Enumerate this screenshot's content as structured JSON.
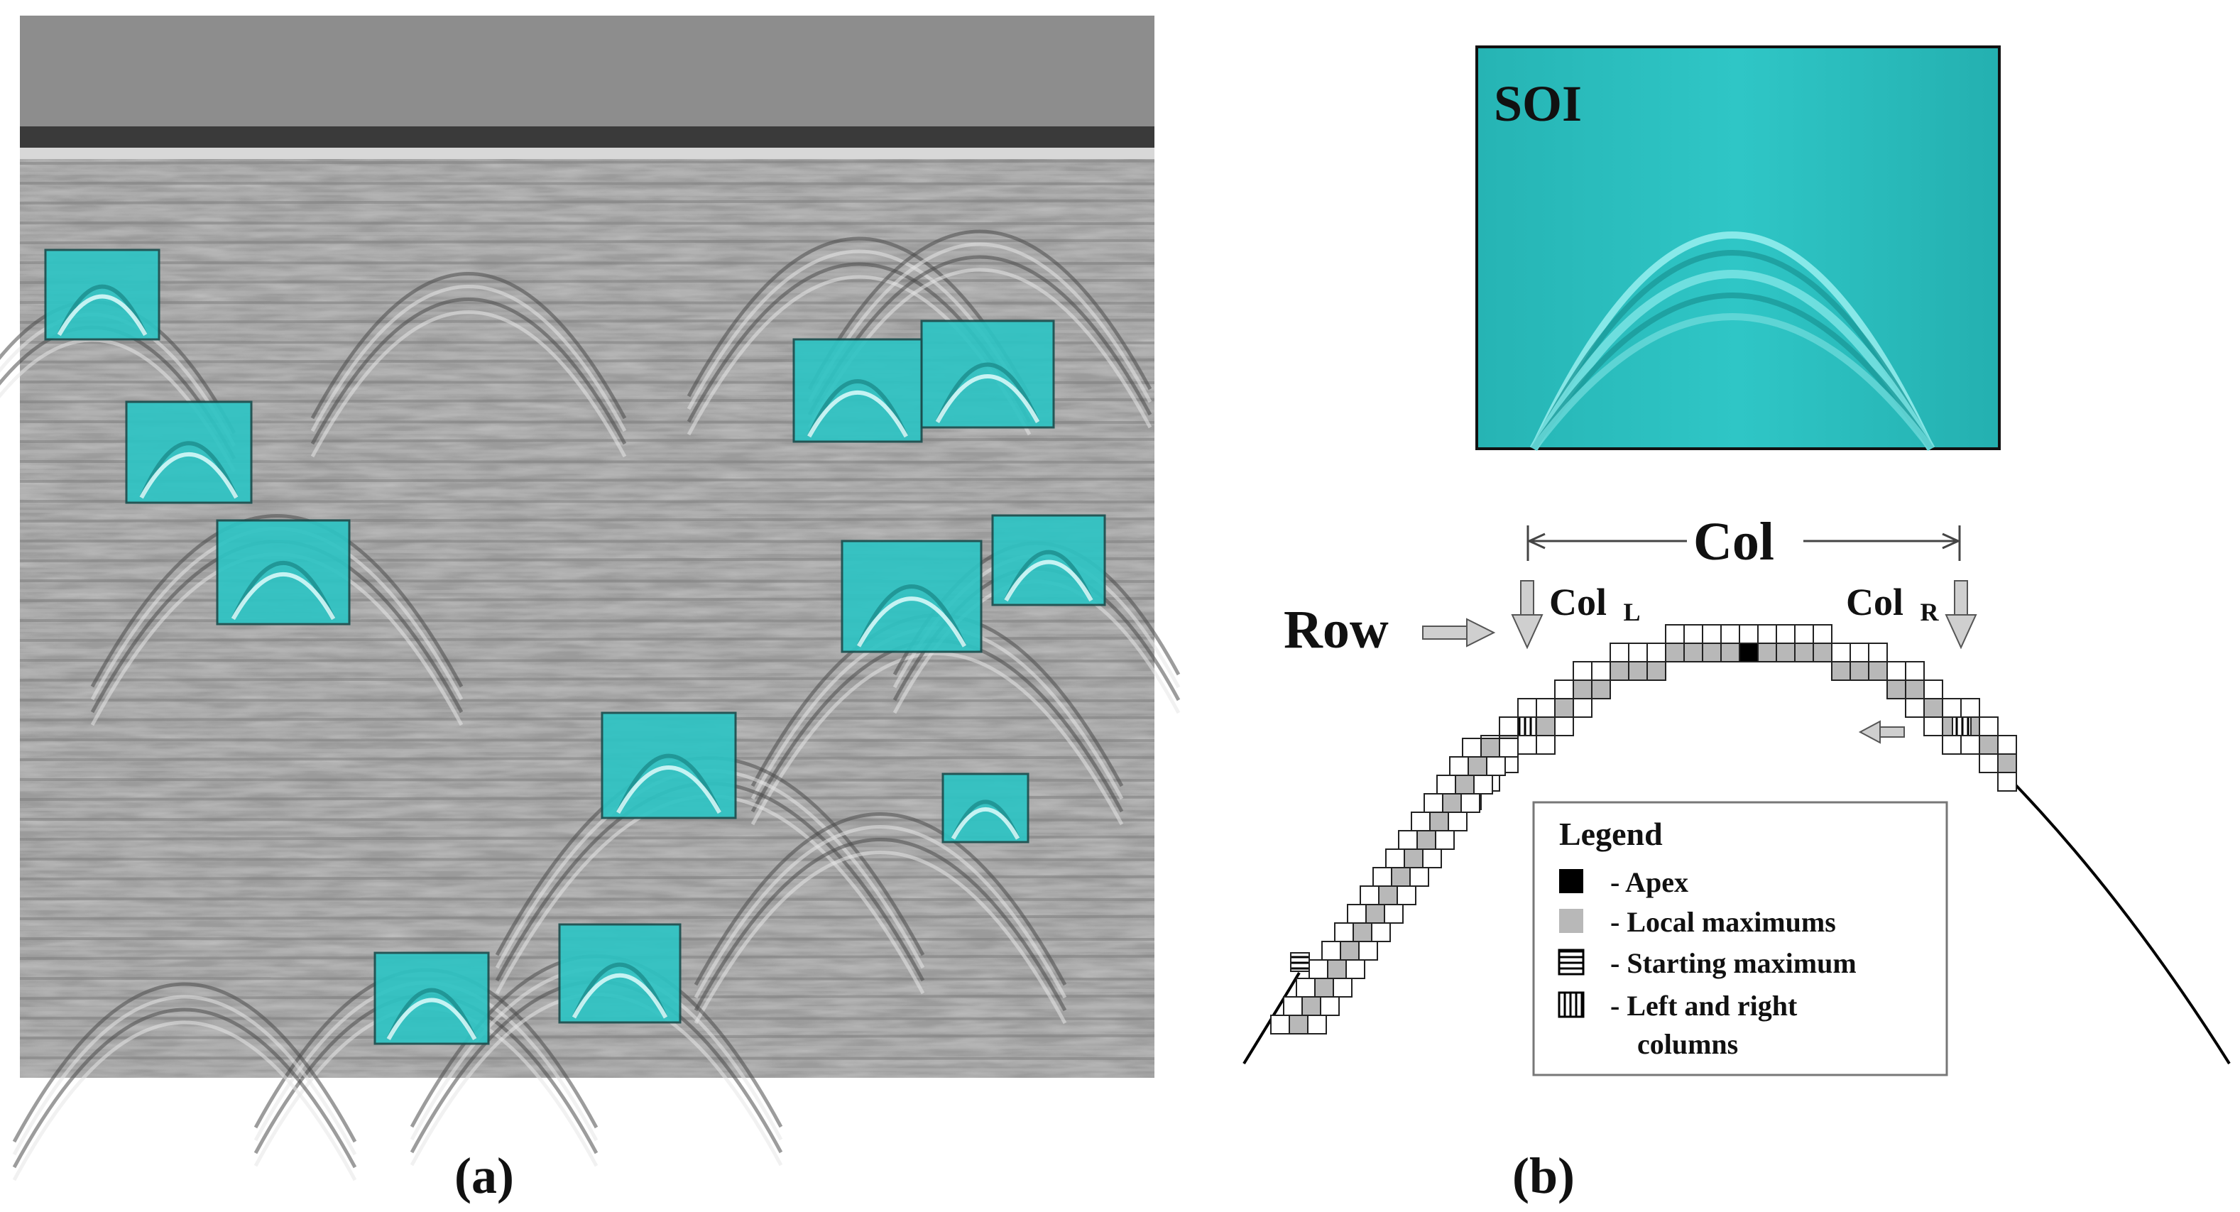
{
  "panel_a": {
    "caption": "(a)"
  },
  "panel_b": {
    "caption": "(b)",
    "soi_label": "SOI",
    "col_label": "Col",
    "col_left_label": "Col",
    "col_left_sub": "L",
    "col_right_label": "Col",
    "col_right_sub": "R",
    "row_label": "Row",
    "legend": {
      "title": "Legend",
      "items": [
        {
          "label": "- Apex",
          "icon": "apex-square-icon"
        },
        {
          "label": "- Local maximums",
          "icon": "local-maximum-square-icon"
        },
        {
          "label": "- Starting maximum",
          "icon": "starting-maximum-hatched-icon"
        },
        {
          "label": "- Left and right",
          "label2": "columns",
          "icon": "column-hatched-icon"
        }
      ]
    }
  },
  "colors": {
    "highlight": "#2ec4c4",
    "highlight_border": "#1a5f5f",
    "radargram": "#9a9a9a",
    "local_max": "#b8b8b8",
    "apex": "#000000"
  }
}
